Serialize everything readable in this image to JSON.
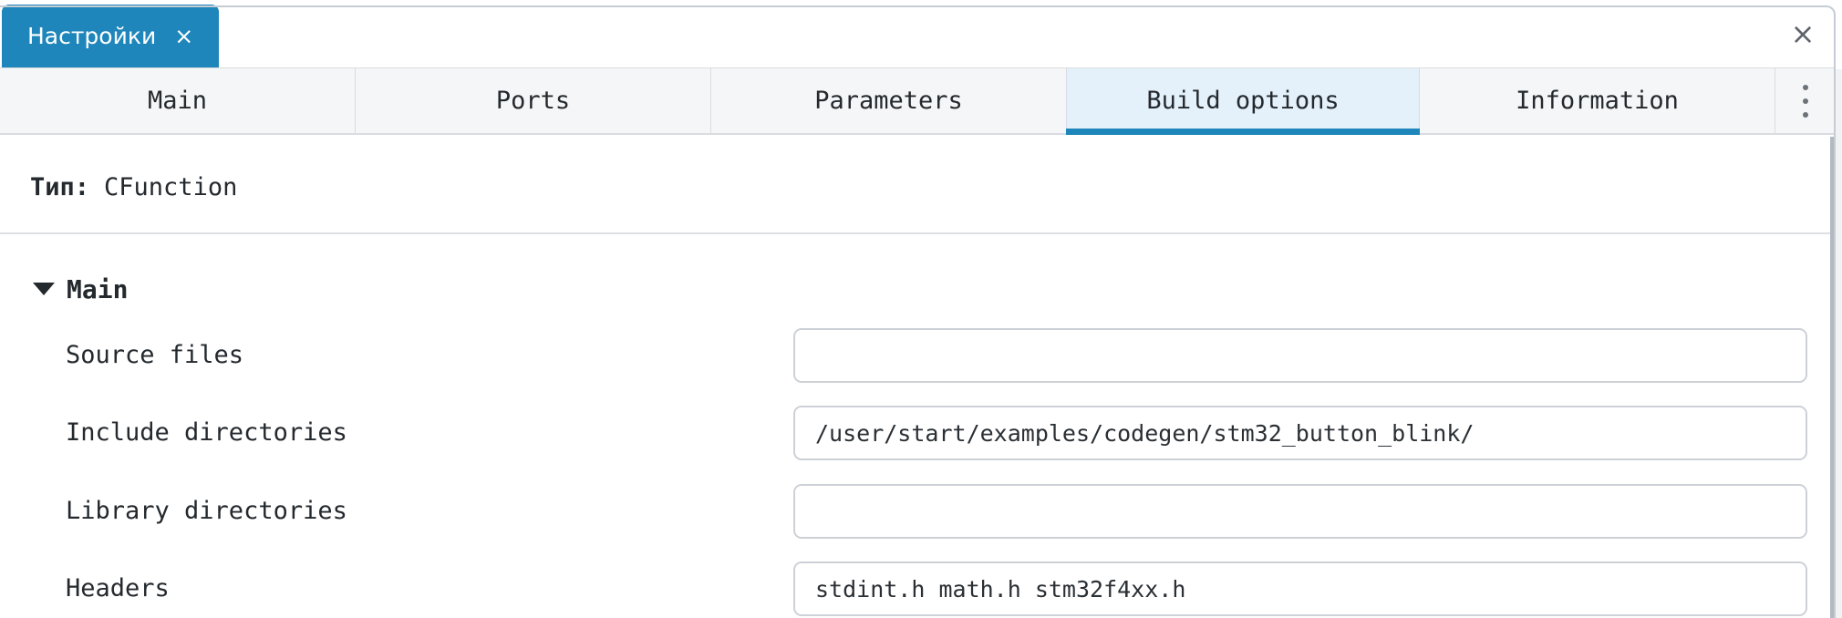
{
  "titlebar": {
    "tab_label": "Настройки",
    "tab_close_icon": "×",
    "close_icon": "×"
  },
  "tabs": [
    {
      "label": "Main",
      "active": false
    },
    {
      "label": "Ports",
      "active": false
    },
    {
      "label": "Parameters",
      "active": false
    },
    {
      "label": "Build options",
      "active": true
    },
    {
      "label": "Information",
      "active": false
    }
  ],
  "type_row": {
    "label": "Тип:",
    "value": "CFunction"
  },
  "section": {
    "title": "Main",
    "collapse_icon": "triangle-down"
  },
  "fields": [
    {
      "label": "Source files",
      "value": ""
    },
    {
      "label": "Include directories",
      "value": "/user/start/examples/codegen/stm32_button_blink/"
    },
    {
      "label": "Library directories",
      "value": ""
    },
    {
      "label": "Headers",
      "value": "stdint.h math.h stm32f4xx.h"
    }
  ],
  "colors": {
    "accent_blue": "#1e86ba",
    "active_tab_bg": "#e4f1fa",
    "tab_bar_bg": "#f5f6f7",
    "text": "#24292e"
  }
}
